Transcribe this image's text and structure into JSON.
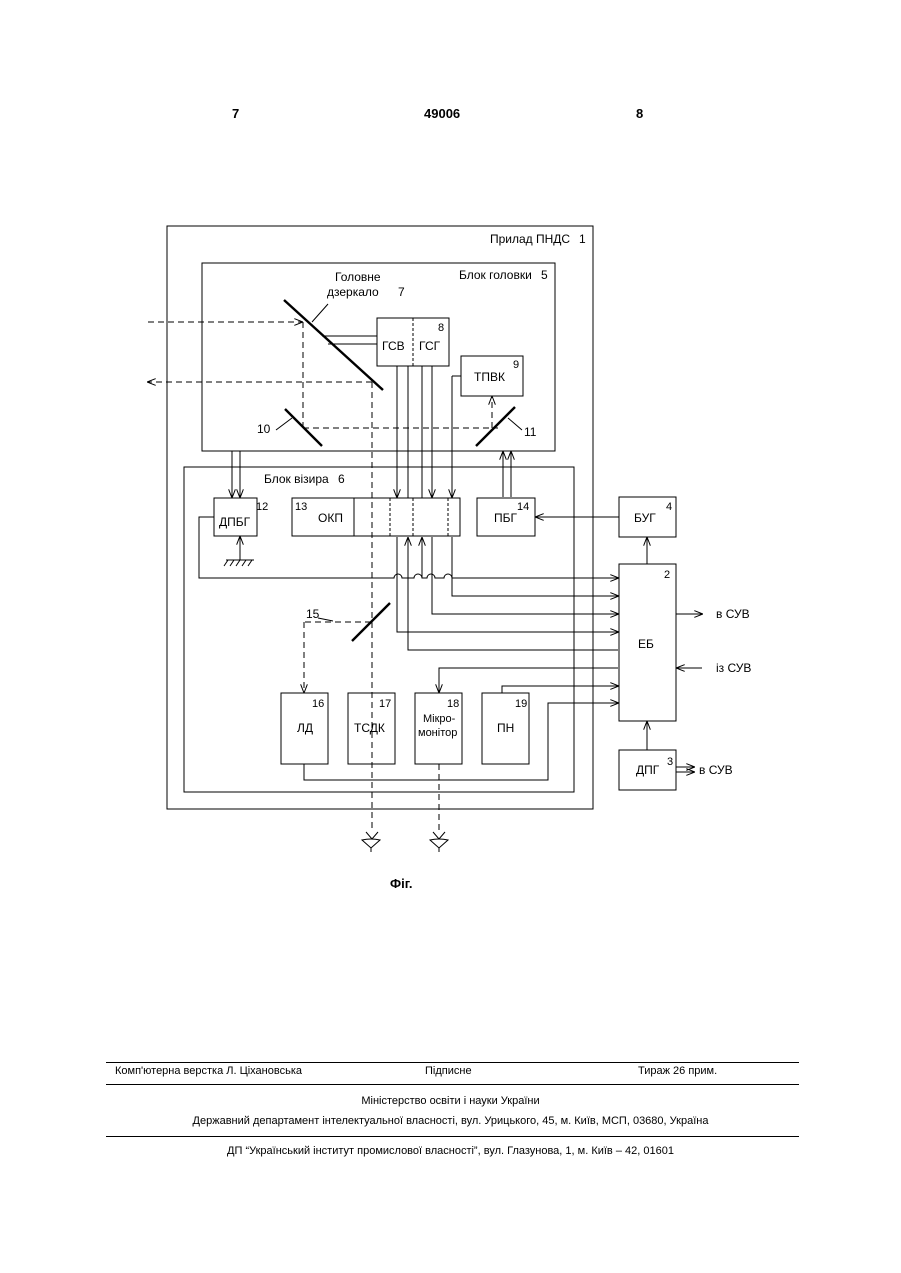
{
  "header": {
    "left_page": "7",
    "patent_number": "49006",
    "right_page": "8"
  },
  "diagram": {
    "device_label": "Прилад ПНДС",
    "device_num": "1",
    "head_block_label": "Блок головки",
    "head_block_num": "5",
    "sight_block_label": "Блок візира",
    "sight_block_num": "6",
    "main_mirror_line1": "Головне",
    "main_mirror_line2": "дзеркало",
    "main_mirror_num": "7",
    "gsv": "ГСВ",
    "gsg": "ГСГ",
    "gyro_num": "8",
    "tpvk": "ТПВК",
    "tpvk_num": "9",
    "mirror10": "10",
    "mirror11": "11",
    "dpbg": "ДПБГ",
    "dpbg_num": "12",
    "okp": "ОКП",
    "okp_num": "13",
    "pbg": "ПБГ",
    "pbg_num": "14",
    "bug": "БУГ",
    "bug_num": "4",
    "eb": "ЕБ",
    "eb_num": "2",
    "dpg": "ДПГ",
    "dpg_num": "3",
    "to_suv": "в СУВ",
    "from_suv": "із СУВ",
    "mirror15": "15",
    "ld": "ЛД",
    "ld_num": "16",
    "tsdk": "ТСДК",
    "tsdk_num": "17",
    "micromonitor_line1": "Мікро-",
    "micromonitor_line2": "монітор",
    "micromonitor_num": "18",
    "pn": "ПН",
    "pn_num": "19"
  },
  "caption": "Фіг.",
  "footer": {
    "typesetting": "Комп'ютерна верстка Л. Ціхановська",
    "subscription": "Підписне",
    "circulation": "Тираж 26 прим.",
    "ministry": "Міністерство освіти і науки України",
    "department": "Державний департамент інтелектуальної власності, вул. Урицького, 45, м. Київ, МСП, 03680, Україна",
    "institute": "ДП “Український інститут промислової власності”, вул. Глазунова, 1, м. Київ – 42, 01601"
  }
}
